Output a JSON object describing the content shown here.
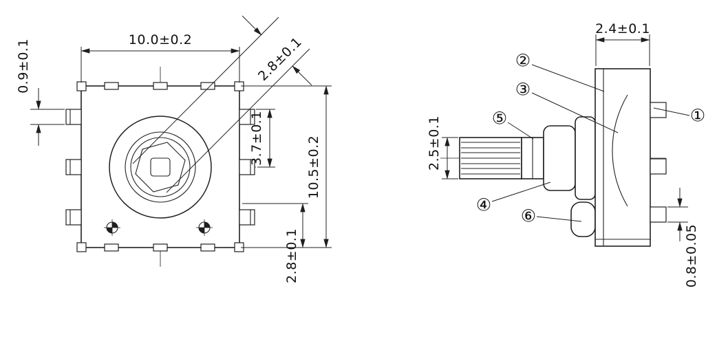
{
  "front_view": {
    "dims": {
      "width": "10.0±0.2",
      "pin_thickness": "0.9±0.1",
      "hex_across_flats": "2.8±0.1",
      "pin_to_center": "3.7±0.1",
      "height": "10.5±0.2",
      "bottom_offset": "2.8±0.1"
    }
  },
  "side_view": {
    "dims": {
      "body_thickness": "2.4±0.1",
      "shaft_diameter": "2.5±0.1",
      "terminal_thickness": "0.8±0.05"
    },
    "callouts": {
      "c1": "①",
      "c2": "②",
      "c3": "③",
      "c4": "④",
      "c5": "⑤",
      "c6": "⑥"
    }
  }
}
